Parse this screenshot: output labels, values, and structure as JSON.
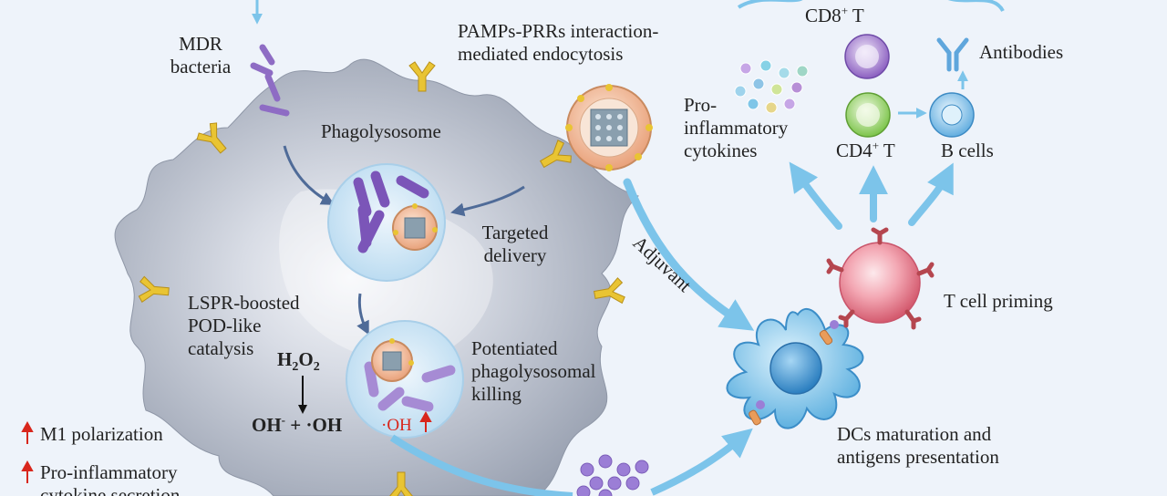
{
  "labels": {
    "mdr_bacteria": "MDR\nbacteria",
    "pamps": "PAMPs-PRRs interaction-\nmediated endocytosis",
    "phagolysosome": "Phagolysosome",
    "targeted_delivery": "Targeted\ndelivery",
    "lspr": "LSPR-boosted\nPOD-like\ncatalysis",
    "h2o2": {
      "main": "H",
      "sub": "2",
      "mid": "O",
      "sub2": "2"
    },
    "products": {
      "oh_minus": "OH",
      "minus_sup": "-",
      "plus_oh": "+ ·OH"
    },
    "potentiated": "Potentiated\nphagolysosomal\nkilling",
    "oh_radical": "·OH",
    "adjuvant": "Adjuvant",
    "pro_inflammatory": "Pro-\ninflammatory\ncytokines",
    "cd8": {
      "main": "CD8",
      "sup": "+",
      "tail": " T"
    },
    "cd4": {
      "main": "CD4",
      "sup": "+",
      "tail": " T"
    },
    "antibodies": "Antibodies",
    "b_cells": "B cells",
    "t_cell_priming": "T cell priming",
    "dcs": "DCs maturation and\nantigens presentation",
    "m1": "M1 polarization",
    "pro_inflam_secretion": "Pro-inflammatory\ncytokine secretion"
  },
  "colors": {
    "background": "#eef3fa",
    "arrow_blue": "#7cc4ea",
    "bacteria_purple": "#8e6cc4",
    "receptor_yellow": "#e9c433",
    "macrophage_grey": "#9fa7b6",
    "red_arrow": "#d8261c"
  }
}
